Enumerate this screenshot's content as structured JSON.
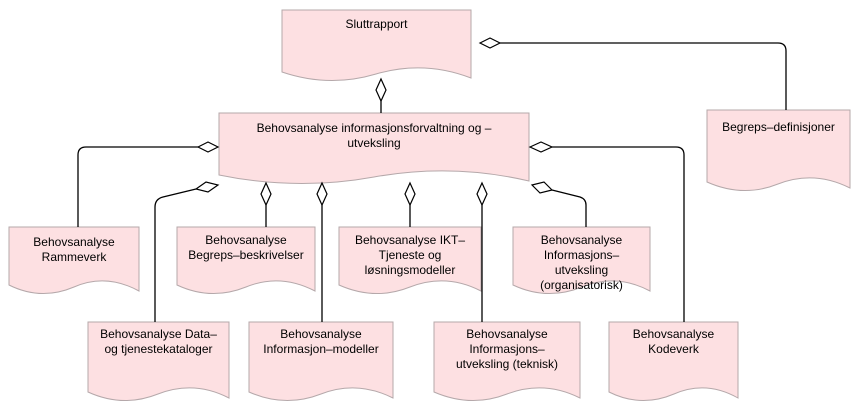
{
  "nodes": {
    "sluttrapport": {
      "label": "Sluttrapport"
    },
    "main": {
      "line1": "Behovsanalyse informasjonsforvaltning og –",
      "line2": "utveksling"
    },
    "begreps_definisjoner": {
      "label": "Begreps–definisjoner"
    },
    "rammeverk": {
      "line1": "Behovsanalyse",
      "line2": "Rammeverk"
    },
    "begreps_beskrivelser": {
      "line1": "Behovsanalyse",
      "line2": "Begreps–beskrivelser"
    },
    "ikt": {
      "line1": "Behovsanalyse IKT–",
      "line2": "Tjeneste og",
      "line3": "løsningsmodeller"
    },
    "info_org": {
      "line1": "Behovsanalyse",
      "line2": "Informasjons–",
      "line3": "utveksling",
      "line4": "(organisatorisk)"
    },
    "data_tjeneste": {
      "line1": "Behovsanalyse Data–",
      "line2": "og tjenestekataloger"
    },
    "info_modeller": {
      "line1": "Behovsanalyse",
      "line2": "Informasjon–modeller"
    },
    "info_teknisk": {
      "line1": "Behovsanalyse",
      "line2": "Informasjons–",
      "line3": "utveksling (teknisk)"
    },
    "kodeverk": {
      "line1": "Behovsanalyse",
      "line2": "Kodeverk"
    }
  },
  "colors": {
    "node_fill": "#fde0e2",
    "node_border": "#b5a8aa",
    "connector": "#000000"
  }
}
